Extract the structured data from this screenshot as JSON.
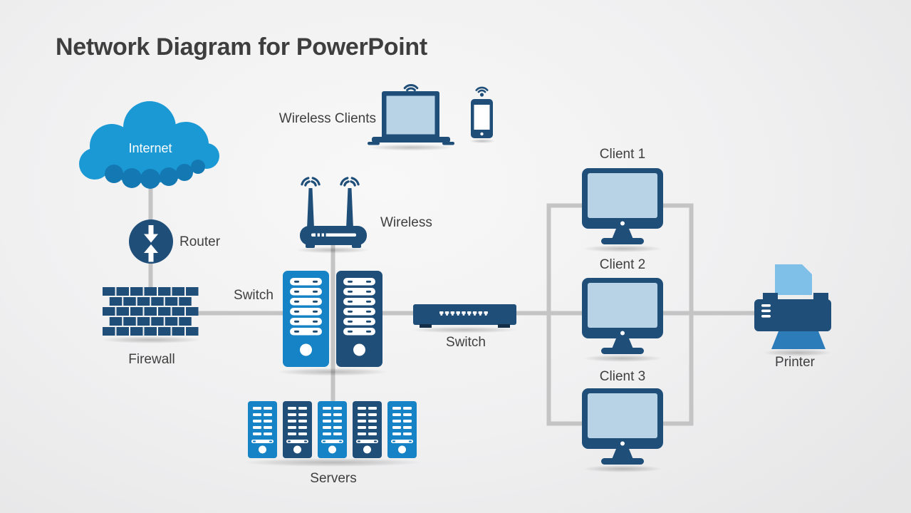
{
  "slide": {
    "title": "Network Diagram for PowerPoint",
    "nodes": {
      "internet": "Internet",
      "router": "Router",
      "firewall": "Firewall",
      "switch_left": "Switch",
      "wireless": "Wireless",
      "wireless_clients": "Wireless Clients",
      "switch_bottom": "Switch",
      "client1": "Client 1",
      "client2": "Client 2",
      "client3": "Client 3",
      "printer": "Printer",
      "servers": "Servers"
    },
    "colors": {
      "bright_blue": "#1583c5",
      "dark_navy": "#1f4e79",
      "cloud_blue": "#1b99d5",
      "cloud_shade_blue": "#1478b2",
      "screen_light_blue": "#b9d3e6",
      "paper_light_blue": "#7fc0e8",
      "tray_medium_blue": "#2b7cb9",
      "connector_gray": "#c4c4c5",
      "label_gray": "#3f3f3f"
    }
  }
}
